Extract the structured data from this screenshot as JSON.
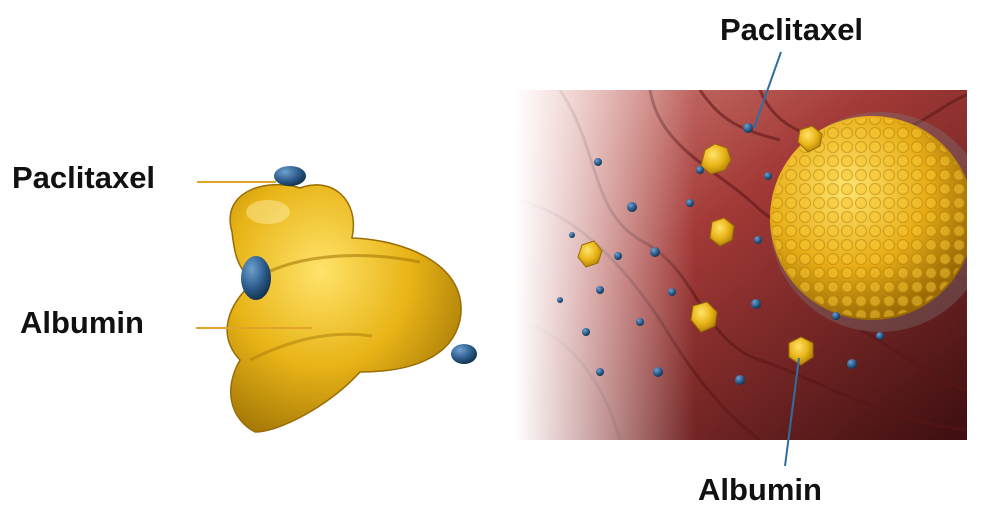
{
  "left_panel": {
    "paclitaxel_label": "Paclitaxel",
    "albumin_label": "Albumin"
  },
  "right_panel": {
    "paclitaxel_label": "Paclitaxel",
    "albumin_label": "Albumin"
  },
  "colors": {
    "albumin_yellow": "#e8b417",
    "paclitaxel_blue": "#2f5f8f",
    "leader_left": "#e0a42a",
    "leader_right": "#2f6f9f",
    "tissue_red": "#a33a37"
  }
}
